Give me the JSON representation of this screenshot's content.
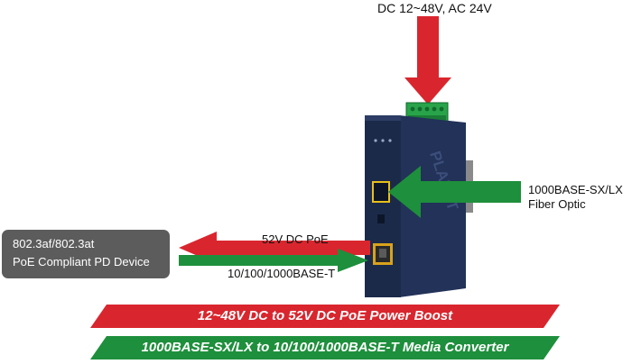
{
  "power_input": {
    "label": "DC 12~48V, AC 24V"
  },
  "fiber": {
    "label_line1": "1000BASE-SX/LX",
    "label_line2": "Fiber Optic"
  },
  "poe_output": {
    "label": "52V DC PoE"
  },
  "copper_port": {
    "label": "10/100/1000BASE-T"
  },
  "pd_device": {
    "line1": "802.3af/802.3at",
    "line2": "PoE Compliant PD Device"
  },
  "device": {
    "brand": "PLANET"
  },
  "banners": {
    "red": "12~48V DC to 52V DC PoE Power Boost",
    "green": "1000BASE-SX/LX to 10/100/1000BASE-T Media Converter"
  },
  "colors": {
    "red": "#d9262e",
    "green": "#1e8f3c",
    "device": "#1c2a4a",
    "box": "#5c5c5c"
  }
}
